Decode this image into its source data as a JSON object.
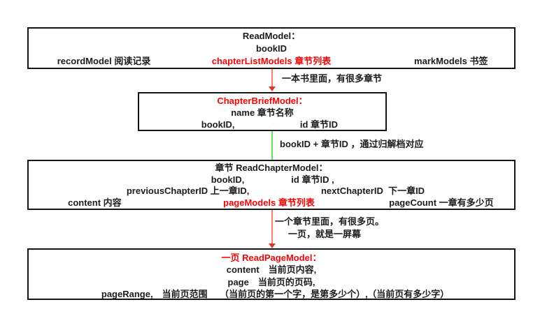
{
  "boxes": {
    "read_model": {
      "title": "ReadModel：",
      "book_id": "bookID",
      "record_model": "recordModel 阅读记录",
      "chapter_list_models": "chapterListModels 章节列表",
      "mark_models": "markModels 书签"
    },
    "chapter_brief_model": {
      "title": "ChapterBriefModel：",
      "name": "name 章节名称",
      "book_id": "bookID,",
      "id": "id 章节ID"
    },
    "read_chapter_model": {
      "title": "章节 ReadChapterModel：",
      "book_id": "bookID,",
      "id": "id 章节ID ,",
      "previous_chapter_id": "previousChapterID 上一章ID,",
      "next_chapter_id": "nextChapterID  下一章ID",
      "content": "content 内容",
      "page_models": "pageModels 章节列表",
      "page_count": "pageCount 一章有多少页"
    },
    "read_page_model": {
      "title": "一页 ReadPageModel：",
      "content": "content　当前页内容,",
      "page": "page　当前页的页码,",
      "page_range": "pageRange,　当前页范围",
      "page_range_note1": "（当前页的第一个字，是第多少个）,",
      "page_range_note2": "（当前页有多少字）"
    }
  },
  "connectors": {
    "book_to_chapter": {
      "label": "一本书里面，有很多章节"
    },
    "chapter_to_readchapter": {
      "label": "bookID + 章节ID ，通过归解档对应"
    },
    "readchapter_to_page": {
      "label_line1": "一个章节里面，有很多页。",
      "label_line2": "一页，就是一屏幕"
    }
  },
  "colors": {
    "highlight_red": "#f80404",
    "arrow_red_line": "#ff7f6e",
    "arrow_red_head": "#d9382a",
    "arrow_green_line": "#5ce85c",
    "box_border": "#141414",
    "text_black": "#1c1c1c"
  }
}
